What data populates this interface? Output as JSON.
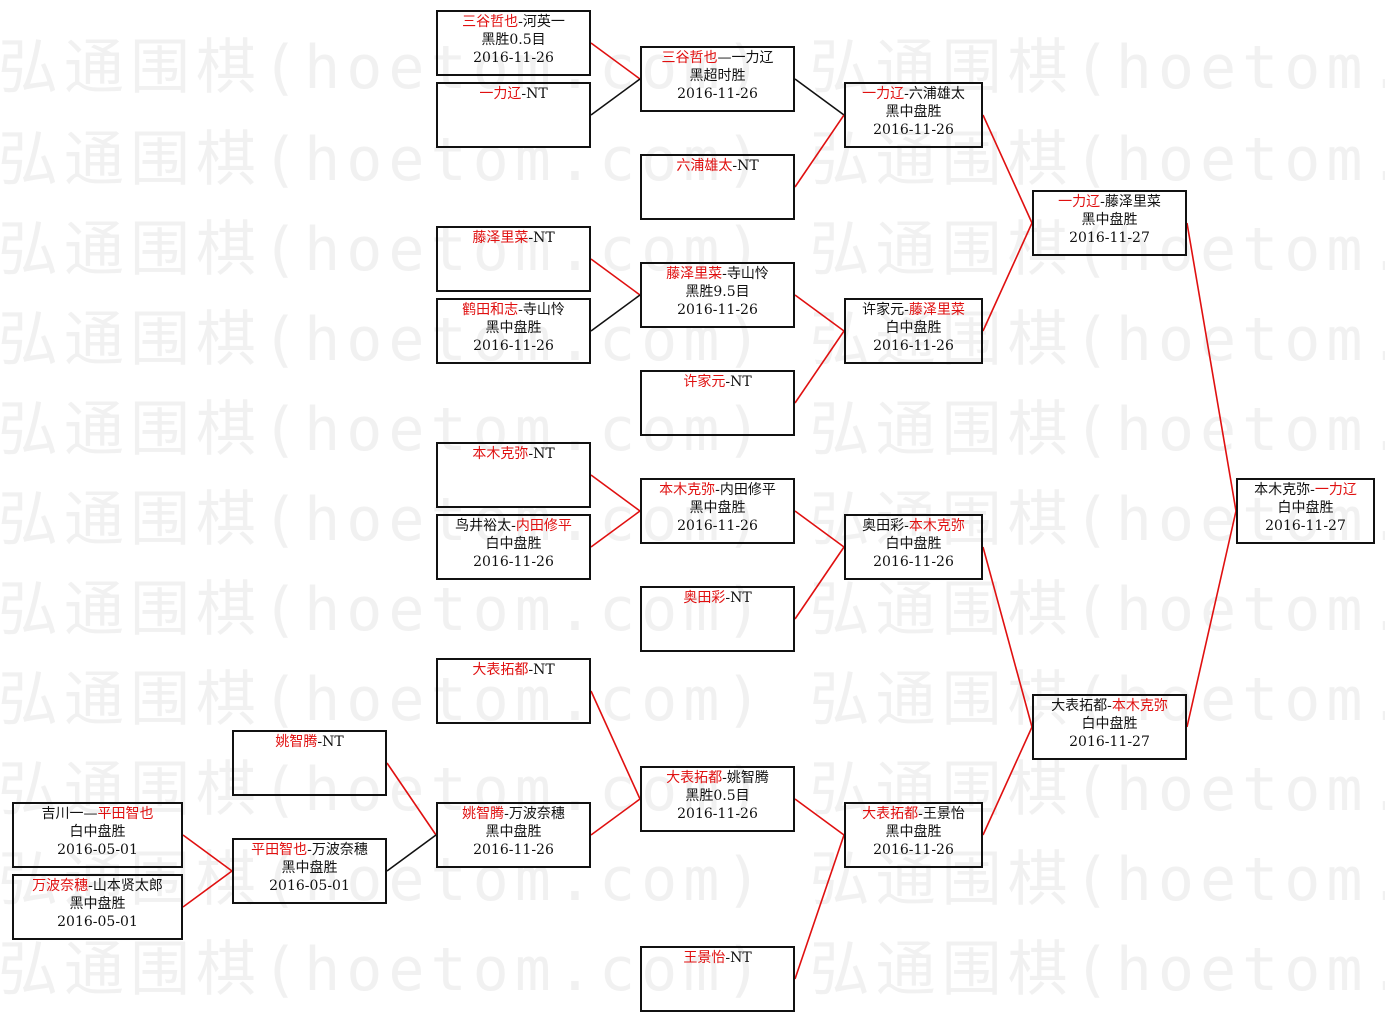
{
  "watermark": {
    "text": "弘通围棋(hoetom.com) 弘通围棋(hoetom.com) 弘通围棋(hoetom.com) 弘通围棋(hoetom.com)"
  },
  "colors": {
    "winner": "#e01010",
    "win_line": "#e01010",
    "lose_line": "#111111",
    "border": "#111111"
  },
  "matches": [
    {
      "id": "m1",
      "p1": "三谷哲也",
      "sep": "-",
      "p2": "河英一",
      "win": 1,
      "result": "黑胜0.5目",
      "date": "2016-11-26"
    },
    {
      "id": "m2",
      "p1": "一力辽",
      "sep": "-",
      "p2": "NT",
      "win": 1,
      "result": "",
      "date": ""
    },
    {
      "id": "m3",
      "p1": "三谷哲也",
      "sep": "—",
      "p2": "一力辽",
      "win": 1,
      "result": "黑超时胜",
      "date": "2016-11-26"
    },
    {
      "id": "m4",
      "p1": "六浦雄太",
      "sep": "-",
      "p2": "NT",
      "win": 1,
      "result": "",
      "date": ""
    },
    {
      "id": "m5",
      "p1": "一力辽",
      "sep": "-",
      "p2": "六浦雄太",
      "win": 1,
      "result": "黑中盘胜",
      "date": "2016-11-26"
    },
    {
      "id": "m6",
      "p1": "藤泽里菜",
      "sep": "-",
      "p2": "NT",
      "win": 1,
      "result": "",
      "date": ""
    },
    {
      "id": "m7",
      "p1": "鹤田和志",
      "sep": "-",
      "p2": "寺山怜",
      "win": 1,
      "result": "黑中盘胜",
      "date": "2016-11-26"
    },
    {
      "id": "m8",
      "p1": "藤泽里菜",
      "sep": "-",
      "p2": "寺山怜",
      "win": 1,
      "result": "黑胜9.5目",
      "date": "2016-11-26"
    },
    {
      "id": "m9",
      "p1": "许家元",
      "sep": "-",
      "p2": "NT",
      "win": 1,
      "result": "",
      "date": ""
    },
    {
      "id": "m10",
      "p1": "许家元",
      "sep": "-",
      "p2": "藤泽里菜",
      "win": 2,
      "result": "白中盘胜",
      "date": "2016-11-26"
    },
    {
      "id": "m11",
      "p1": "一力辽",
      "sep": "-",
      "p2": "藤泽里菜",
      "win": 1,
      "result": "黑中盘胜",
      "date": "2016-11-27"
    },
    {
      "id": "m12",
      "p1": "本木克弥",
      "sep": "-",
      "p2": "NT",
      "win": 1,
      "result": "",
      "date": ""
    },
    {
      "id": "m13",
      "p1": "鸟井裕太",
      "sep": "-",
      "p2": "内田修平",
      "win": 2,
      "result": "白中盘胜",
      "date": "2016-11-26"
    },
    {
      "id": "m14",
      "p1": "本木克弥",
      "sep": "-",
      "p2": "内田修平",
      "win": 1,
      "result": "黑中盘胜",
      "date": "2016-11-26"
    },
    {
      "id": "m15",
      "p1": "奥田彩",
      "sep": "-",
      "p2": "NT",
      "win": 1,
      "result": "",
      "date": ""
    },
    {
      "id": "m16",
      "p1": "奥田彩",
      "sep": "-",
      "p2": "本木克弥",
      "win": 2,
      "result": "白中盘胜",
      "date": "2016-11-26"
    },
    {
      "id": "m17",
      "p1": "大表拓都",
      "sep": "-",
      "p2": "NT",
      "win": 1,
      "result": "",
      "date": ""
    },
    {
      "id": "m18",
      "p1": "姚智腾",
      "sep": "-",
      "p2": "NT",
      "win": 1,
      "result": "",
      "date": ""
    },
    {
      "id": "m19",
      "p1": "吉川一",
      "sep": "—",
      "p2": "平田智也",
      "win": 2,
      "result": "白中盘胜",
      "date": "2016-05-01"
    },
    {
      "id": "m20",
      "p1": "万波奈穗",
      "sep": "-",
      "p2": "山本贤太郎",
      "win": 1,
      "result": "黑中盘胜",
      "date": "2016-05-01"
    },
    {
      "id": "m21",
      "p1": "平田智也",
      "sep": "-",
      "p2": "万波奈穗",
      "win": 1,
      "result": "黑中盘胜",
      "date": "2016-05-01"
    },
    {
      "id": "m22",
      "p1": "姚智腾",
      "sep": "-",
      "p2": "万波奈穗",
      "win": 1,
      "result": "黑中盘胜",
      "date": "2016-11-26"
    },
    {
      "id": "m23",
      "p1": "大表拓都",
      "sep": "-",
      "p2": "姚智腾",
      "win": 1,
      "result": "黑胜0.5目",
      "date": "2016-11-26"
    },
    {
      "id": "m24",
      "p1": "王景怡",
      "sep": "-",
      "p2": "NT",
      "win": 1,
      "result": "",
      "date": ""
    },
    {
      "id": "m25",
      "p1": "大表拓都",
      "sep": "-",
      "p2": "王景怡",
      "win": 1,
      "result": "黑中盘胜",
      "date": "2016-11-26"
    },
    {
      "id": "m26",
      "p1": "大表拓都",
      "sep": "-",
      "p2": "本木克弥",
      "win": 2,
      "result": "白中盘胜",
      "date": "2016-11-27"
    },
    {
      "id": "m27",
      "p1": "本木克弥",
      "sep": "-",
      "p2": "一力辽",
      "win": 2,
      "result": "白中盘胜",
      "date": "2016-11-27"
    }
  ],
  "links": [
    {
      "from": "m1",
      "to": "m3",
      "winner": true
    },
    {
      "from": "m2",
      "to": "m3",
      "winner": false
    },
    {
      "from": "m3",
      "to": "m5",
      "winner": false
    },
    {
      "from": "m4",
      "to": "m5",
      "winner": true
    },
    {
      "from": "m6",
      "to": "m8",
      "winner": true
    },
    {
      "from": "m7",
      "to": "m8",
      "winner": false
    },
    {
      "from": "m8",
      "to": "m10",
      "winner": true
    },
    {
      "from": "m9",
      "to": "m10",
      "winner": true
    },
    {
      "from": "m5",
      "to": "m11",
      "winner": true
    },
    {
      "from": "m10",
      "to": "m11",
      "winner": true
    },
    {
      "from": "m12",
      "to": "m14",
      "winner": true
    },
    {
      "from": "m13",
      "to": "m14",
      "winner": true
    },
    {
      "from": "m14",
      "to": "m16",
      "winner": true
    },
    {
      "from": "m15",
      "to": "m16",
      "winner": true
    },
    {
      "from": "m19",
      "to": "m21",
      "winner": true
    },
    {
      "from": "m20",
      "to": "m21",
      "winner": true
    },
    {
      "from": "m18",
      "to": "m22",
      "winner": true
    },
    {
      "from": "m21",
      "to": "m22",
      "winner": false
    },
    {
      "from": "m17",
      "to": "m23",
      "winner": true
    },
    {
      "from": "m22",
      "to": "m23",
      "winner": true
    },
    {
      "from": "m23",
      "to": "m25",
      "winner": true
    },
    {
      "from": "m24",
      "to": "m25",
      "winner": true
    },
    {
      "from": "m16",
      "to": "m26",
      "winner": true
    },
    {
      "from": "m25",
      "to": "m26",
      "winner": true
    },
    {
      "from": "m11",
      "to": "m27",
      "winner": true
    },
    {
      "from": "m26",
      "to": "m27",
      "winner": true
    }
  ]
}
